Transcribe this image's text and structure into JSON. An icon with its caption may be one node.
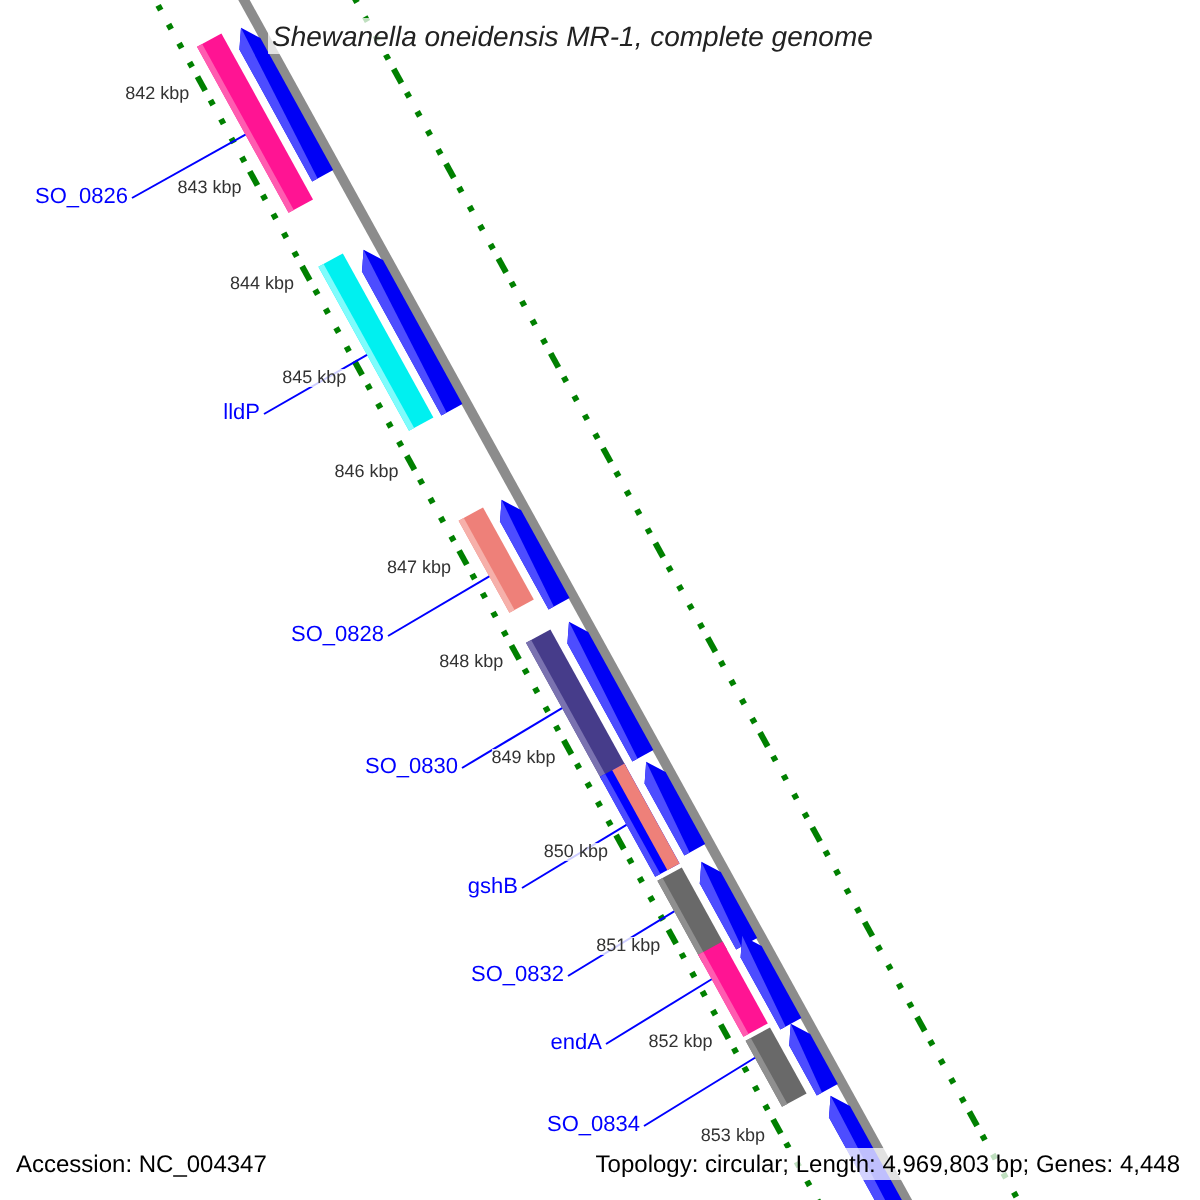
{
  "diagram": {
    "title": "Shewanella oneidensis MR-1, complete genome",
    "nodes": [
      {
        "text": [
          "SO_0826"
        ]
      },
      {
        "text": [
          "lldP"
        ]
      },
      {
        "text": [
          "SO_0828"
        ]
      },
      {
        "text": [
          "SO_0830"
        ]
      },
      {
        "text": [
          "gshB"
        ]
      },
      {
        "text": [
          "SO_0832"
        ]
      },
      {
        "text": [
          "endA"
        ]
      },
      {
        "text": [
          "SO_0834"
        ]
      },
      {
        "text": [],
        "shape": "bar"
      },
      {
        "text": [],
        "shape": "bar"
      },
      {
        "text": [],
        "shape": "bar"
      },
      {
        "text": [],
        "shape": "bar"
      },
      {
        "text": [],
        "shape": "bar"
      },
      {
        "text": [],
        "shape": "bar"
      },
      {
        "text": [],
        "shape": "bar"
      },
      {
        "text": [],
        "shape": "bar"
      }
    ],
    "edges": [
      {
        "from": 0,
        "to": 8,
        "arrow": "none"
      },
      {
        "from": 1,
        "to": 9,
        "arrow": "none"
      },
      {
        "from": 2,
        "to": 10,
        "arrow": "none"
      },
      {
        "from": 3,
        "to": 11,
        "arrow": "none"
      },
      {
        "from": 4,
        "to": 12,
        "arrow": "none"
      },
      {
        "from": 5,
        "to": 13,
        "arrow": "none"
      },
      {
        "from": 6,
        "to": 14,
        "arrow": "none"
      },
      {
        "from": 7,
        "to": 15,
        "arrow": "none"
      }
    ],
    "labels": [
      "842 kbp",
      "843 kbp",
      "844 kbp",
      "845 kbp",
      "846 kbp",
      "847 kbp",
      "848 kbp",
      "849 kbp",
      "850 kbp",
      "851 kbp",
      "852 kbp",
      "853 kbp",
      "Accession: NC_004347",
      "Topology: circular; Length: 4,969,803 bp; Genes: 4,448"
    ]
  }
}
